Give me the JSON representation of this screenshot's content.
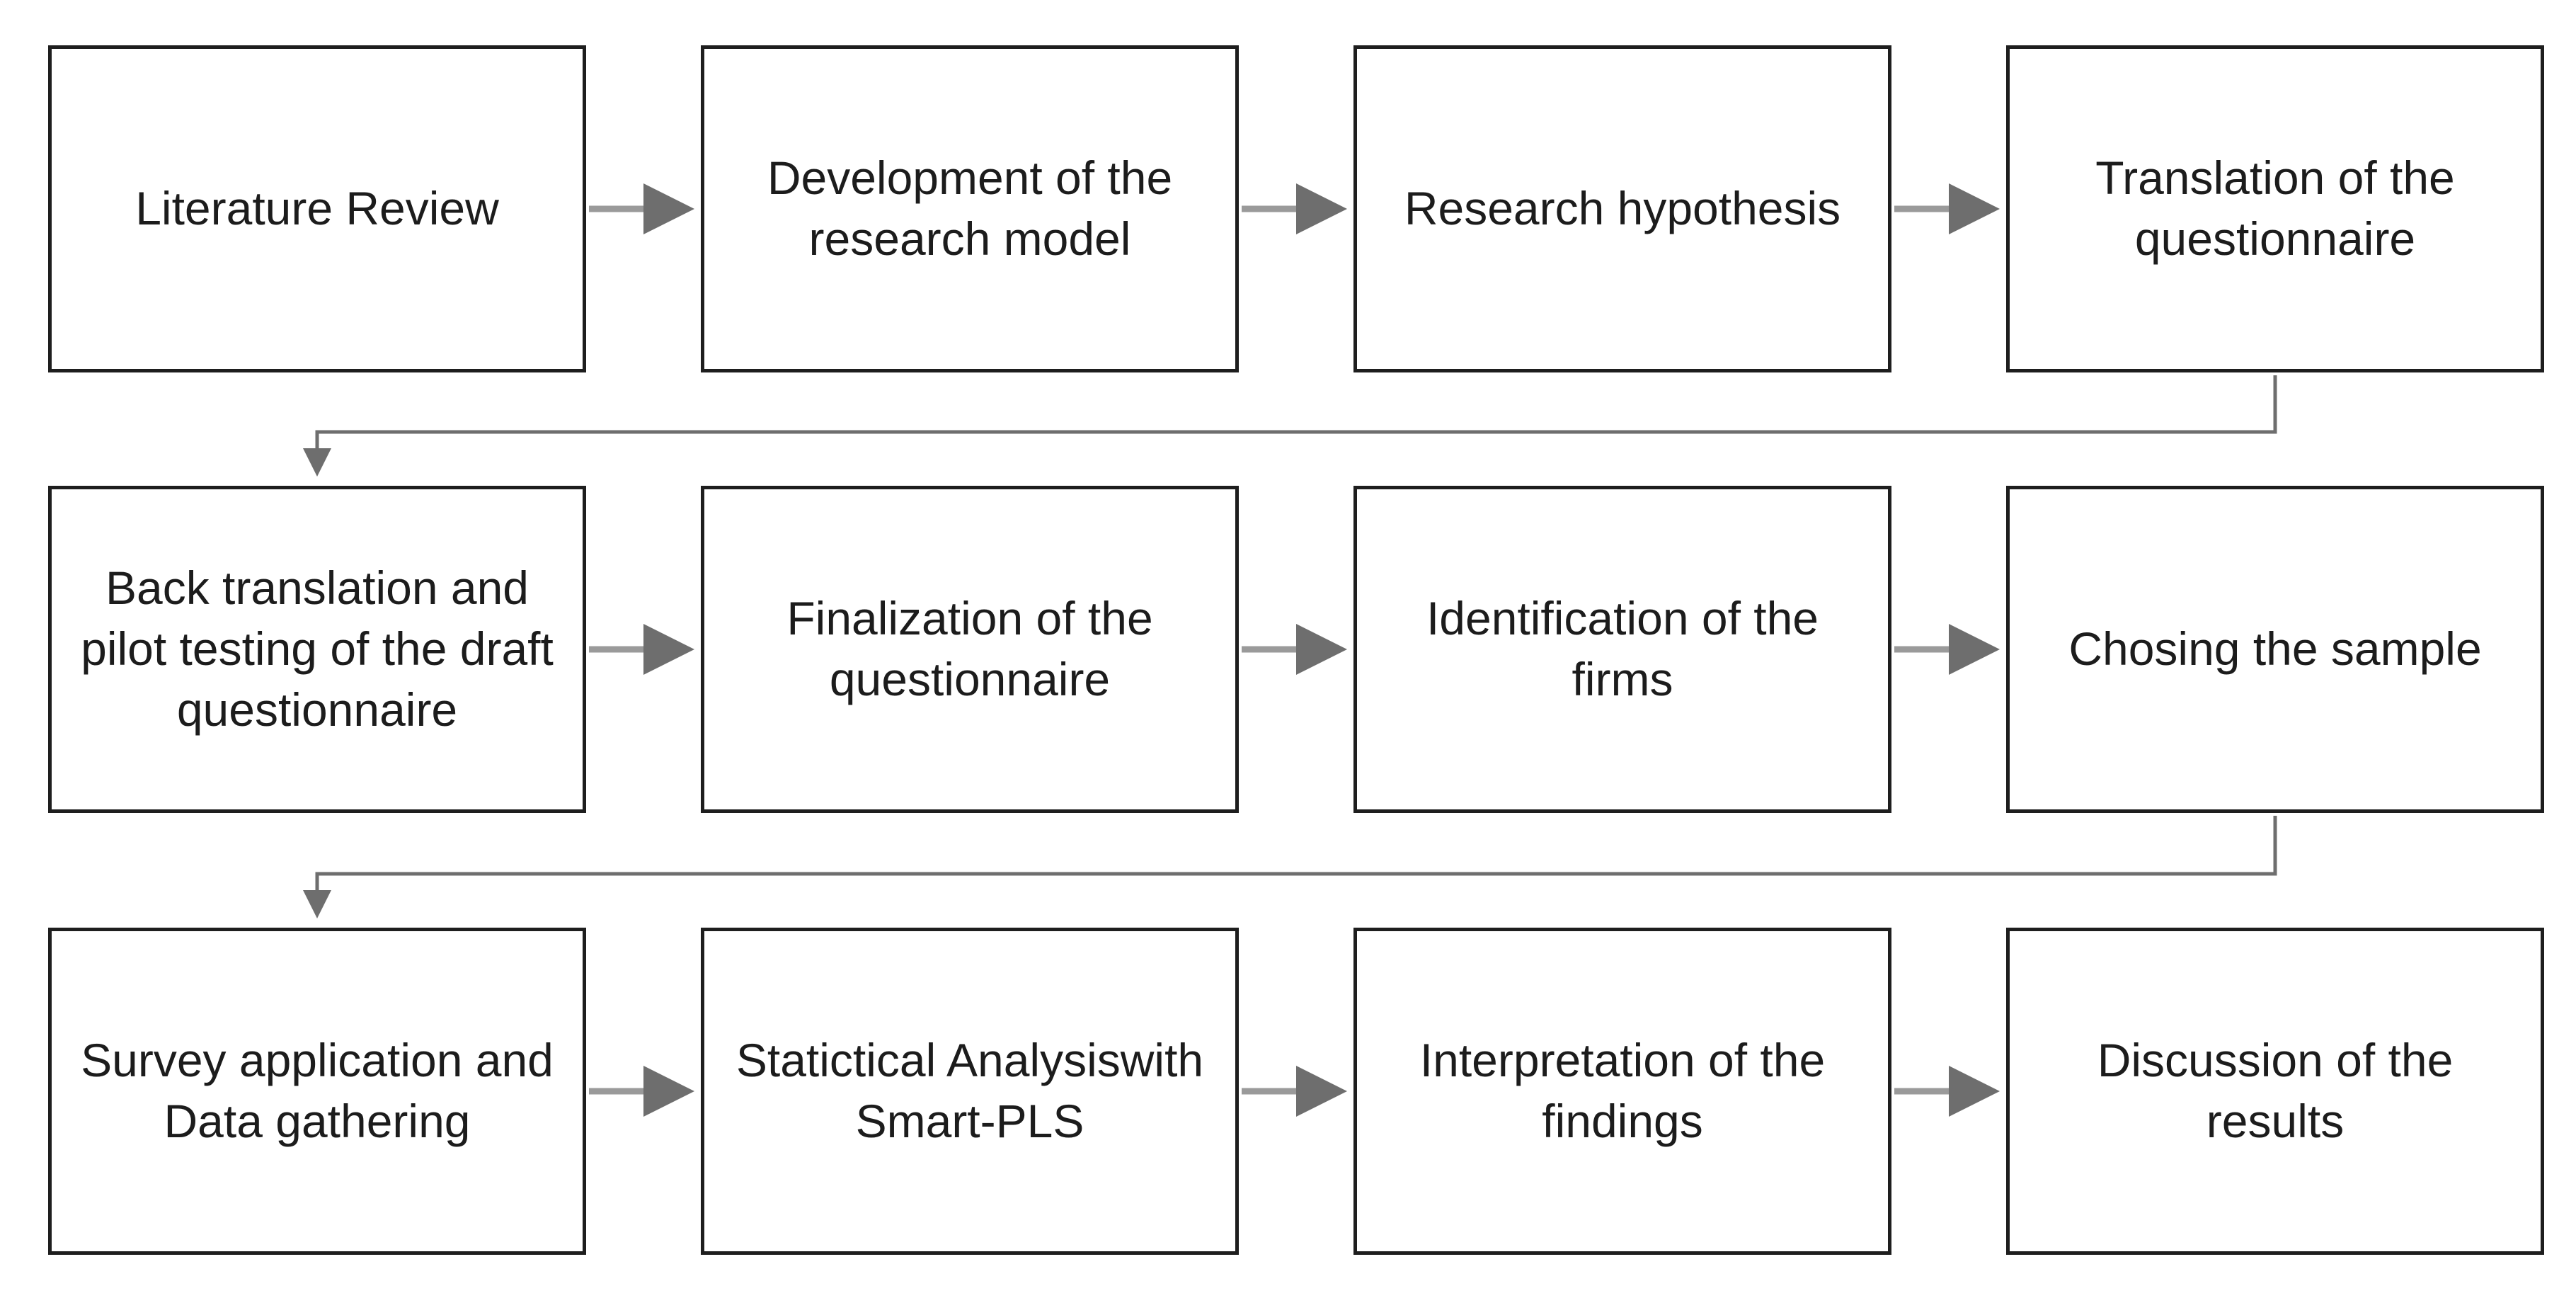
{
  "diagram": {
    "type": "process-flow",
    "rows": [
      {
        "steps": [
          {
            "label": "Literature Review"
          },
          {
            "label": "Development of the research model"
          },
          {
            "label": "Research hypothesis"
          },
          {
            "label": "Translation of the questionnaire"
          }
        ]
      },
      {
        "steps": [
          {
            "label": "Back translation and pilot testing of the draft questionnaire"
          },
          {
            "label": "Finalization of the questionnaire"
          },
          {
            "label": "Identification of the firms"
          },
          {
            "label": "Chosing the sample"
          }
        ]
      },
      {
        "steps": [
          {
            "label": "Survey application and Data gathering"
          },
          {
            "label": "Statictical Analysiswith Smart-PLS"
          },
          {
            "label": "Interpretation of the findings"
          },
          {
            "label": "Discussion of the results"
          }
        ]
      }
    ],
    "colors": {
      "box_border": "#1e1e1e",
      "text": "#1c1c1c",
      "arrow": "#9a9a9a",
      "connector": "#6e6e6e",
      "background": "#ffffff"
    }
  }
}
